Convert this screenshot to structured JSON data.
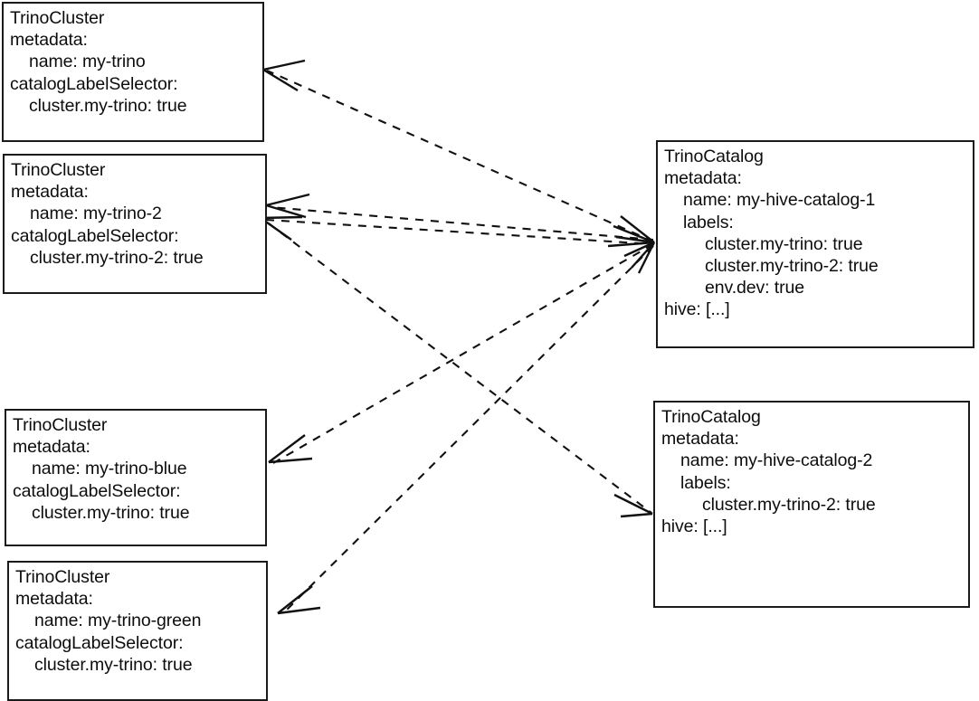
{
  "diagram": {
    "type": "kubernetes-custom-resource-relationship-diagram",
    "title": "",
    "edge_style": "dashed",
    "edge_color": "#111111",
    "node_border_color": "#1a1a1a",
    "node_fill_color": "#ffffff",
    "nodes": [
      {
        "id": "trinocluster-my-trino",
        "kind": "TrinoCluster",
        "name": "my-trino",
        "lines": [
          {
            "text": "TrinoCluster",
            "indent": 0
          },
          {
            "text": "metadata:",
            "indent": 0
          },
          {
            "text": "name: my-trino",
            "indent": 1
          },
          {
            "text": "catalogLabelSelector:",
            "indent": 0
          },
          {
            "text": "cluster.my-trino: true",
            "indent": 1
          }
        ]
      },
      {
        "id": "trinocluster-my-trino-2",
        "kind": "TrinoCluster",
        "name": "my-trino-2",
        "lines": [
          {
            "text": "TrinoCluster",
            "indent": 0
          },
          {
            "text": "metadata:",
            "indent": 0
          },
          {
            "text": "name: my-trino-2",
            "indent": 1
          },
          {
            "text": "catalogLabelSelector:",
            "indent": 0
          },
          {
            "text": "cluster.my-trino-2: true",
            "indent": 1
          }
        ]
      },
      {
        "id": "trinocluster-my-trino-blue",
        "kind": "TrinoCluster",
        "name": "my-trino-blue",
        "lines": [
          {
            "text": "TrinoCluster",
            "indent": 0
          },
          {
            "text": "metadata:",
            "indent": 0
          },
          {
            "text": "name: my-trino-blue",
            "indent": 1
          },
          {
            "text": "catalogLabelSelector:",
            "indent": 0
          },
          {
            "text": "cluster.my-trino: true",
            "indent": 1
          }
        ]
      },
      {
        "id": "trinocluster-my-trino-green",
        "kind": "TrinoCluster",
        "name": "my-trino-green",
        "lines": [
          {
            "text": "TrinoCluster",
            "indent": 0
          },
          {
            "text": "metadata:",
            "indent": 0
          },
          {
            "text": "name: my-trino-green",
            "indent": 1
          },
          {
            "text": "catalogLabelSelector:",
            "indent": 0
          },
          {
            "text": "cluster.my-trino: true",
            "indent": 1
          }
        ]
      },
      {
        "id": "trinocatalog-my-hive-catalog-1",
        "kind": "TrinoCatalog",
        "name": "my-hive-catalog-1",
        "lines": [
          {
            "text": "TrinoCatalog",
            "indent": 0
          },
          {
            "text": "metadata:",
            "indent": 0
          },
          {
            "text": "name: my-hive-catalog-1",
            "indent": 1
          },
          {
            "text": "labels:",
            "indent": 1
          },
          {
            "text": "cluster.my-trino: true",
            "indent": 2
          },
          {
            "text": "cluster.my-trino-2: true",
            "indent": 2
          },
          {
            "text": "env.dev: true",
            "indent": 2
          },
          {
            "text": "hive: [...]",
            "indent": 0
          }
        ]
      },
      {
        "id": "trinocatalog-my-hive-catalog-2",
        "kind": "TrinoCatalog",
        "name": "my-hive-catalog-2",
        "lines": [
          {
            "text": "TrinoCatalog",
            "indent": 0
          },
          {
            "text": "metadata:",
            "indent": 0
          },
          {
            "text": "name: my-hive-catalog-2",
            "indent": 1
          },
          {
            "text": "labels:",
            "indent": 1
          },
          {
            "text": "cluster.my-trino-2: true",
            "indent": 2
          },
          {
            "text": "hive: [...]",
            "indent": 0
          }
        ]
      }
    ],
    "edges": [
      {
        "from": "trinocatalog-my-hive-catalog-1",
        "to": "trinocluster-my-trino"
      },
      {
        "from": "trinocatalog-my-hive-catalog-1",
        "to": "trinocluster-my-trino-2"
      },
      {
        "from": "trinocatalog-my-hive-catalog-1",
        "to": "trinocluster-my-trino-blue"
      },
      {
        "from": "trinocatalog-my-hive-catalog-1",
        "to": "trinocluster-my-trino-green"
      },
      {
        "from": "trinocluster-my-trino-2",
        "to": "trinocatalog-my-hive-catalog-1"
      },
      {
        "from": "trinocluster-my-trino-2",
        "to": "trinocatalog-my-hive-catalog-2"
      }
    ]
  }
}
